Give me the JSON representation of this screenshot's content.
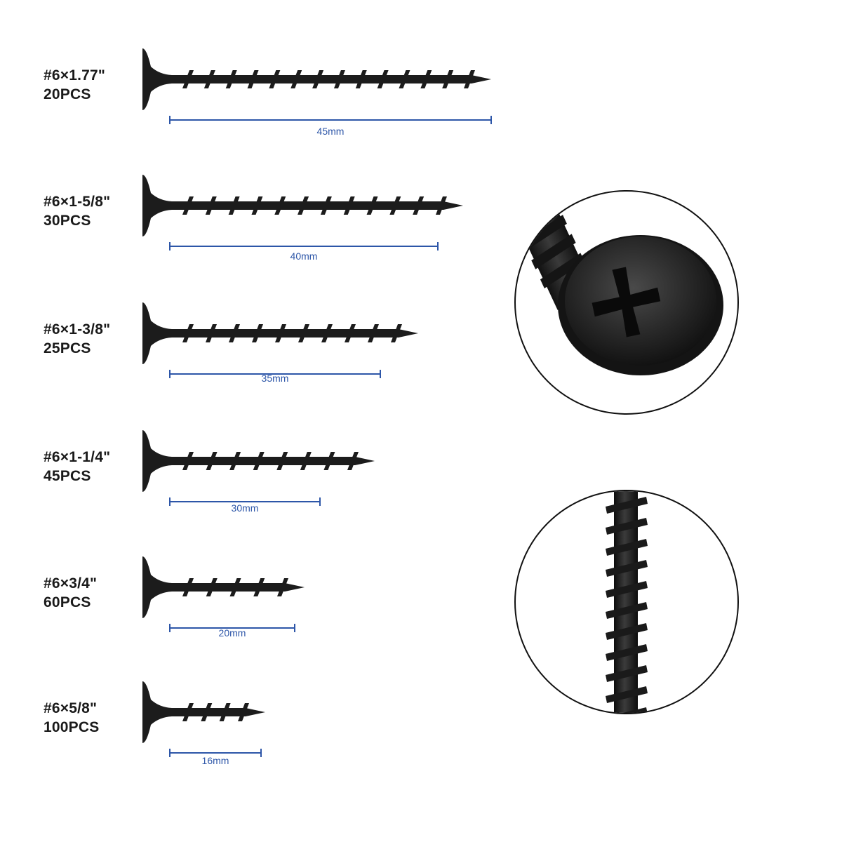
{
  "colors": {
    "screw": "#1c1c1c",
    "screw_highlight": "#4a4a4a",
    "dimension_line": "#2d56a8",
    "label_text": "#1a1a1a",
    "circle_border": "#111111"
  },
  "screws": [
    {
      "size": "#6×1.77\"",
      "quantity": "20PCS",
      "length": "45mm"
    },
    {
      "size": "#6×1-5/8\"",
      "quantity": "30PCS",
      "length": "40mm"
    },
    {
      "size": "#6×1-3/8\"",
      "quantity": "25PCS",
      "length": "35mm"
    },
    {
      "size": "#6×1-1/4\"",
      "quantity": "45PCS",
      "length": "30mm"
    },
    {
      "size": "#6×3/4\"",
      "quantity": "60PCS",
      "length": "20mm"
    },
    {
      "size": "#6×5/8\"",
      "quantity": "100PCS",
      "length": "16mm"
    }
  ],
  "detail_views": [
    {
      "icon": "phillips-head-closeup-icon"
    },
    {
      "icon": "thread-closeup-icon"
    }
  ]
}
